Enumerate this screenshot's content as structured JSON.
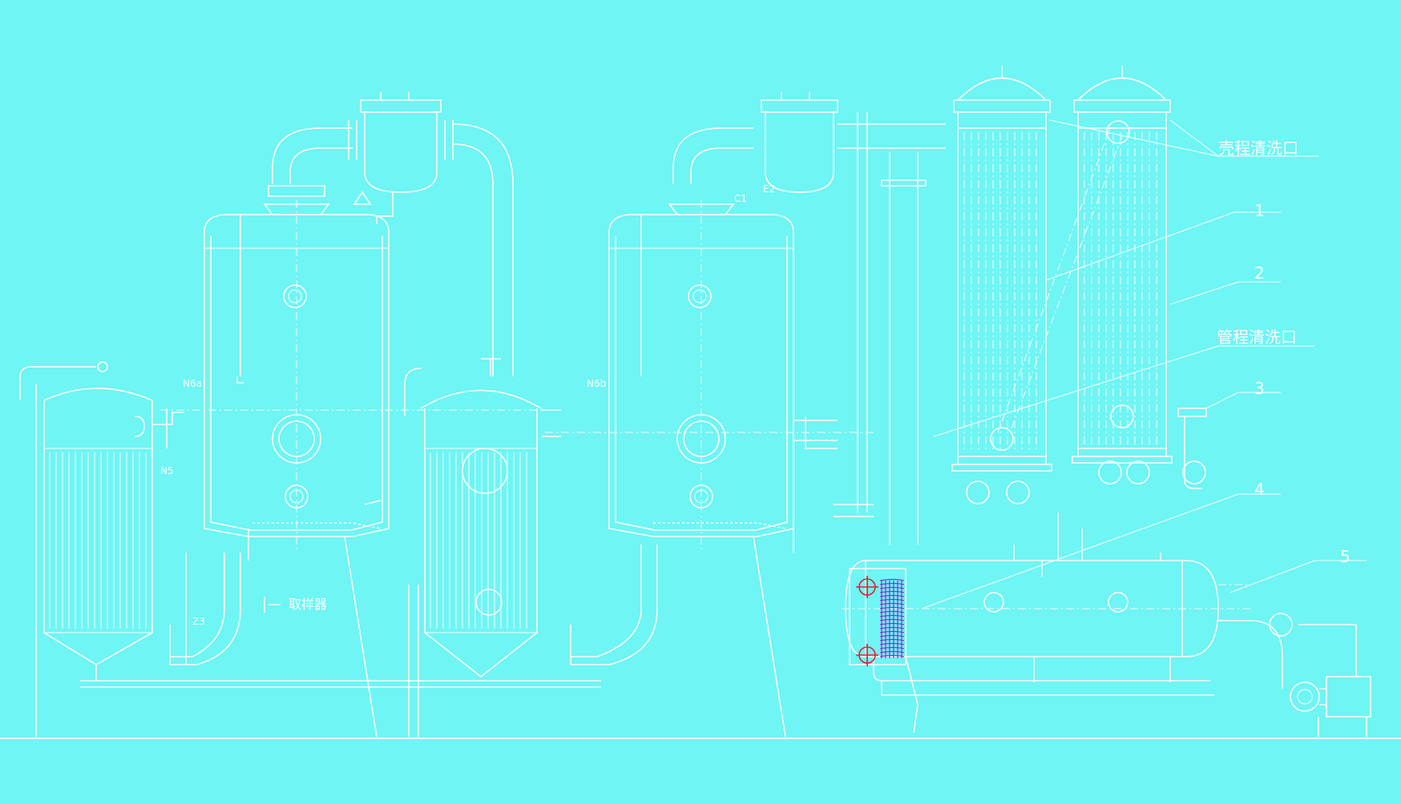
{
  "colors": {
    "background": "#6ef5f4",
    "line": "#ffffff",
    "marker": "#e0202a",
    "coil": "#7a3ec8"
  },
  "labels": {
    "shell_clean": "壳程清洗口",
    "tube_clean": "管程清洗口",
    "sampler": "取样器",
    "n1": "1",
    "n2": "2",
    "n3": "3",
    "n4": "4",
    "n5": "5"
  },
  "small": {
    "n6a": "N6a",
    "n6b": "N6b",
    "n5": "N5",
    "z3": "Z3",
    "c1": "C1",
    "e2": "E2"
  }
}
